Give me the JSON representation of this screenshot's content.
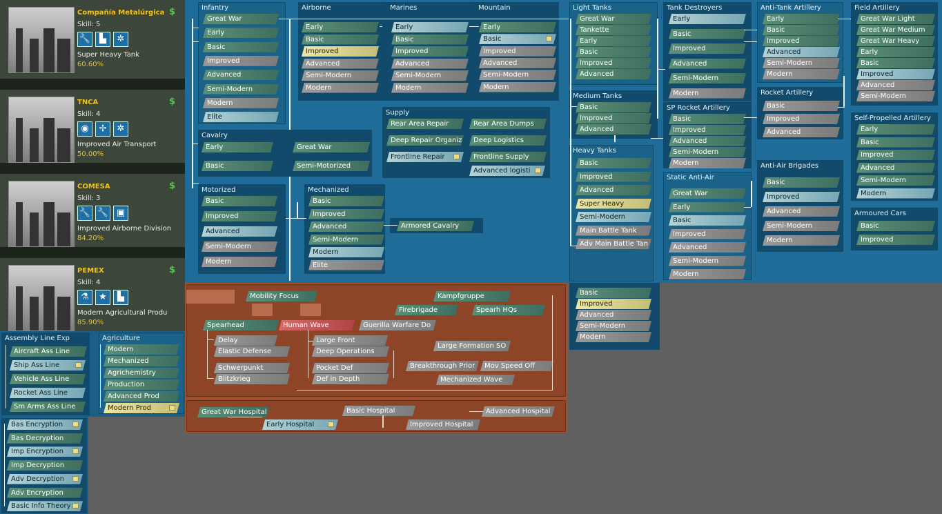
{
  "companies": [
    {
      "name": "Compañía Metalúrgica",
      "skill": "Skill: 5",
      "desc": "Super Heavy Tank",
      "pct": "60.60%",
      "icons": [
        "wrench-icon",
        "factory-icon",
        "gears-icon"
      ]
    },
    {
      "name": "TNCA",
      "skill": "Skill: 4",
      "desc": "Improved Air Transport",
      "pct": "50.00%",
      "icons": [
        "bulb-icon",
        "propeller-icon",
        "gears-icon"
      ]
    },
    {
      "name": "COMESA",
      "skill": "Skill: 3",
      "desc": "Improved Airborne Division",
      "pct": "84.20%",
      "icons": [
        "wrench-icon",
        "wrench-icon",
        "tank-icon"
      ]
    },
    {
      "name": "PEMEX",
      "skill": "Skill: 4",
      "desc": "Modern Agricultural Produ",
      "pct": "85.90%",
      "icons": [
        "flask-icon",
        "star-icon",
        "factory-icon"
      ]
    }
  ],
  "dollar": "$",
  "panels": {
    "infantry": {
      "title": "Infantry",
      "items": [
        "Great War",
        "Early",
        "Basic",
        "Improved",
        "Advanced",
        "Semi-Modern",
        "Modern",
        "Elite"
      ]
    },
    "airborne": {
      "title": "Airborne",
      "items": [
        "Early",
        "Basic",
        "Improved",
        "Advanced",
        "Semi-Modern",
        "Modern"
      ]
    },
    "marines": {
      "title": "Marines",
      "items": [
        "Early",
        "Basic",
        "Improved",
        "Advanced",
        "Semi-Modern",
        "Modern"
      ]
    },
    "mountain": {
      "title": "Mountain",
      "items": [
        "Early",
        "Basic",
        "Improved",
        "Advanced",
        "Semi-Modern",
        "Modern"
      ]
    },
    "supply": {
      "title": "Supply",
      "items": [
        "Rear Area Repair",
        "Rear Area Dumps",
        "Deep Repair Organiz",
        "Deep Logistics",
        "Frontline Repair",
        "Frontline Supply",
        "Advanced logisti"
      ]
    },
    "cavalry": {
      "title": "Cavalry",
      "items": [
        "Early",
        "Great War",
        "Basic",
        "Semi-Motorized"
      ]
    },
    "motorized": {
      "title": "Motorized",
      "items": [
        "Basic",
        "Improved",
        "Advanced",
        "Semi-Modern",
        "Modern"
      ]
    },
    "mechanized": {
      "title": "Mechanized",
      "items": [
        "Basic",
        "Improved",
        "Advanced",
        "Semi-Modern",
        "Modern",
        "Elite"
      ]
    },
    "armoredcav": {
      "items": [
        "Armored Cavalry"
      ]
    },
    "lighttanks": {
      "title": "Light Tanks",
      "items": [
        "Great War",
        "Tankette",
        "Early",
        "Basic",
        "Improved",
        "Advanced"
      ]
    },
    "mediumtanks": {
      "title": "Medium Tanks",
      "items": [
        "Basic",
        "Improved",
        "Advanced"
      ]
    },
    "heavytanks": {
      "title": "Heavy Tanks",
      "items": [
        "Basic",
        "Improved",
        "Advanced",
        "Super Heavy",
        "Semi-Modern",
        "Main Battle Tank",
        "Adv Main Battle Tan"
      ]
    },
    "tankdestroyers": {
      "title": "Tank Destroyers",
      "items": [
        "Early",
        "Basic",
        "Improved",
        "Advanced",
        "Semi-Modern",
        "Modern"
      ]
    },
    "sprocket": {
      "title": "SP Rocket Artillery",
      "items": [
        "Basic",
        "Improved",
        "Advanced",
        "Semi-Modern",
        "Modern"
      ]
    },
    "staticaa": {
      "title": "Static Anti-Air",
      "items": [
        "Great War",
        "Early",
        "Basic",
        "Improved",
        "Advanced",
        "Semi-Modern",
        "Modern"
      ]
    },
    "antitank": {
      "title": "Anti-Tank Artillery",
      "items": [
        "Early",
        "Basic",
        "Improved",
        "Advanced",
        "Semi-Modern",
        "Modern"
      ]
    },
    "rocketart": {
      "title": "Rocket Artillery",
      "items": [
        "Basic",
        "Improved",
        "Advanced"
      ]
    },
    "aabrig": {
      "title": "Anti-Air Brigades",
      "items": [
        "Basic",
        "Improved",
        "Advanced",
        "Semi-Modern",
        "Modern"
      ]
    },
    "fieldart": {
      "title": "Field Artillery",
      "items": [
        "Great War Light",
        "Great War Medium",
        "Great War Heavy",
        "Early",
        "Basic",
        "Improved",
        "Advanced",
        "Semi-Modern"
      ]
    },
    "spart": {
      "title": "Self-Propelled Artillery",
      "items": [
        "Early",
        "Basic",
        "Improved",
        "Advanced",
        "Semi-Modern",
        "Modern"
      ]
    },
    "armcars": {
      "title": "Armoured Cars",
      "items": [
        "Basic",
        "Improved"
      ]
    },
    "lowerblue": {
      "items": [
        "Basic",
        "Improved",
        "Advanced",
        "Semi-Modern",
        "Modern"
      ]
    },
    "doctrines": {
      "items": [
        "Mobility Focus",
        "Kampfgruppe",
        "Firebrigade",
        "Spearh HQs",
        "Spearhead",
        "Human Wave",
        "Guerilla Warfare Do",
        "Delay",
        "Large Front",
        "Elastic Defense",
        "Deep Operations",
        "Large Formation SO",
        "Schwerpunkt",
        "Pocket Def",
        "Breakthrough Prior",
        "Mov Speed Off",
        "Blitzkrieg",
        "Def in Depth",
        "Mechanized Wave"
      ]
    },
    "medical": {
      "items": [
        "Great War Hospital",
        "Basic Hospital",
        "Advanced Hospital",
        "Early Hospital",
        "Improved Hospital"
      ]
    },
    "assembly": {
      "title": "Assembly Line Exp",
      "items": [
        "Aircraft Ass Line",
        "Ship Ass Line",
        "Vehicle Ass Line",
        "Rocket Ass Line",
        "Sm Arms Ass Line"
      ]
    },
    "agriculture": {
      "title": "Agriculture",
      "items": [
        "Modern",
        "Mechanized",
        "Agrichemistry",
        "Production",
        "Advanced Prod",
        "Modern Prod"
      ]
    },
    "crypto": {
      "items": [
        "Bas Encryption",
        "Bas Decryption",
        "Imp Encryption",
        "Imp Decryption",
        "Adv Decryption",
        "Adv Encryption",
        "Basic Info Theory"
      ]
    }
  }
}
